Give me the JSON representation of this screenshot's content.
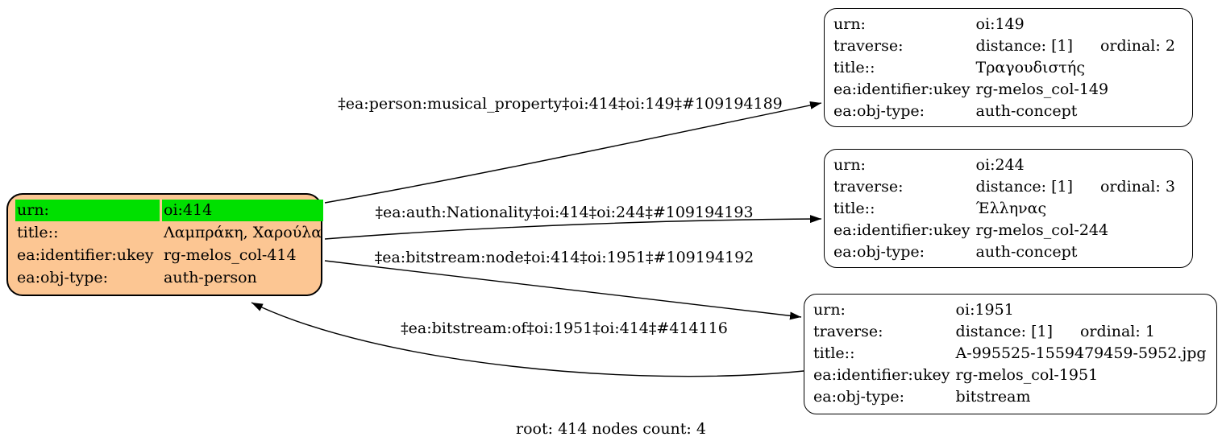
{
  "colors": {
    "root_fill": "#fcc693",
    "root_highlight": "#00e000",
    "node_fill": "#ffffff",
    "border": "#000000",
    "edge": "#000000"
  },
  "nodes": {
    "root": {
      "rows": [
        {
          "label": "urn:",
          "value": "oi:414"
        },
        {
          "label": "title::",
          "value": "Λαμπράκη, Χαρούλα"
        },
        {
          "label": "ea:identifier:ukey",
          "value": "rg-melos_col-414"
        },
        {
          "label": "ea:obj-type:",
          "value": "auth-person"
        }
      ]
    },
    "oi149": {
      "rows": [
        {
          "label": "urn:",
          "value": "oi:149"
        },
        {
          "label": "traverse:",
          "value": "distance: [1]",
          "value2": "ordinal: 2"
        },
        {
          "label": "title::",
          "value": "Τραγουδιστής"
        },
        {
          "label": "ea:identifier:ukey",
          "value": "rg-melos_col-149"
        },
        {
          "label": "ea:obj-type:",
          "value": "auth-concept"
        }
      ]
    },
    "oi244": {
      "rows": [
        {
          "label": "urn:",
          "value": "oi:244"
        },
        {
          "label": "traverse:",
          "value": "distance: [1]",
          "value2": "ordinal: 3"
        },
        {
          "label": "title::",
          "value": "Έλληνας"
        },
        {
          "label": "ea:identifier:ukey",
          "value": "rg-melos_col-244"
        },
        {
          "label": "ea:obj-type:",
          "value": "auth-concept"
        }
      ]
    },
    "oi1951": {
      "rows": [
        {
          "label": "urn:",
          "value": "oi:1951"
        },
        {
          "label": "traverse:",
          "value": "distance: [1]",
          "value2": "ordinal: 1"
        },
        {
          "label": "title::",
          "value": "A-995525-1559479459-5952.jpg"
        },
        {
          "label": "ea:identifier:ukey",
          "value": "rg-melos_col-1951"
        },
        {
          "label": "ea:obj-type:",
          "value": "bitstream"
        }
      ]
    }
  },
  "edges": [
    {
      "label": "‡ea:person:musical_property‡oi:414‡oi:149‡#109194189"
    },
    {
      "label": "‡ea:auth:Nationality‡oi:414‡oi:244‡#109194193"
    },
    {
      "label": "‡ea:bitstream:node‡oi:414‡oi:1951‡#109194192"
    },
    {
      "label": "‡ea:bitstream:of‡oi:1951‡oi:414‡#414116"
    }
  ],
  "footer": {
    "text": "root: 414 nodes count: 4"
  }
}
